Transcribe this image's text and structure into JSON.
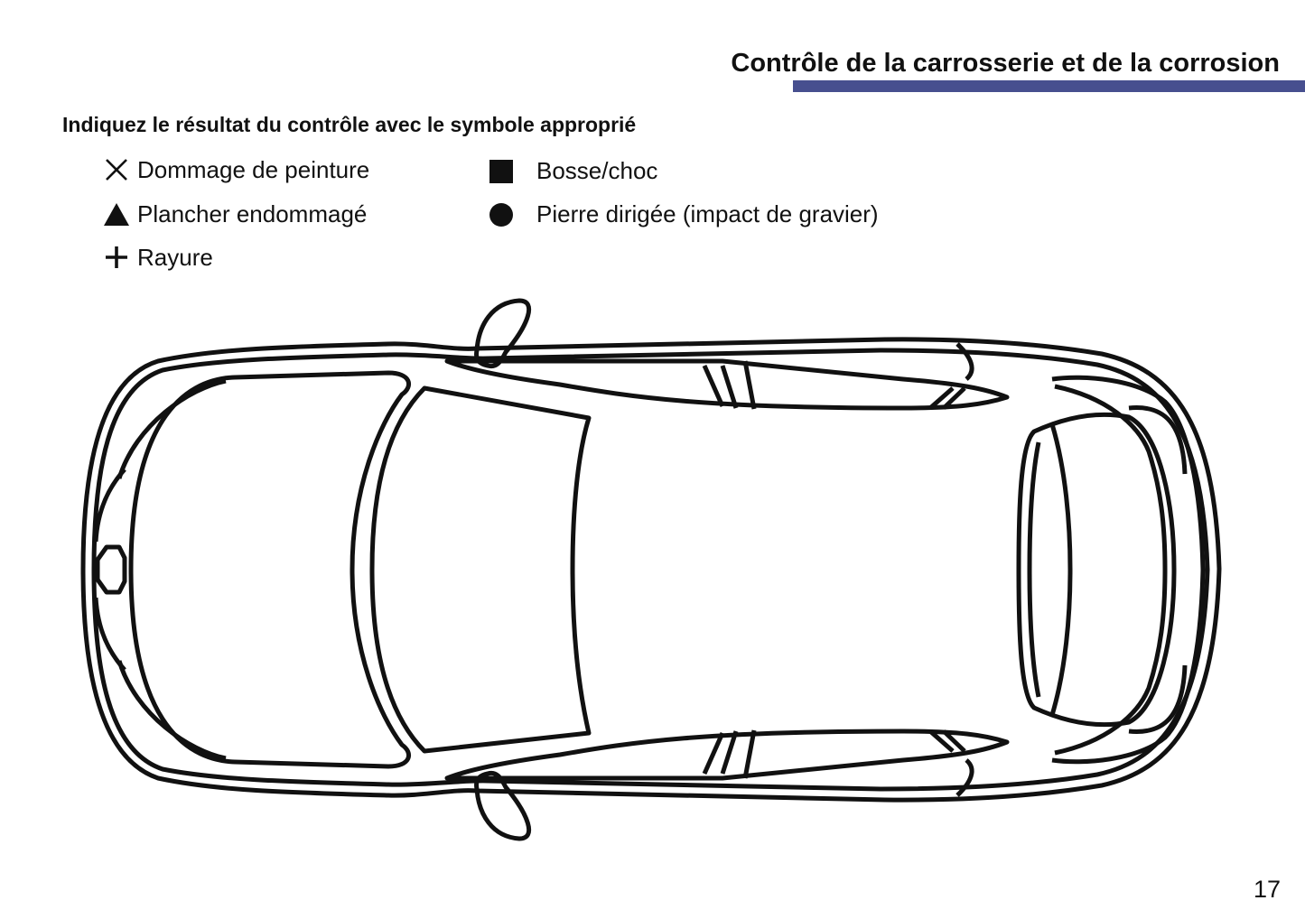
{
  "header": {
    "title": "Contrôle de la carrosserie et de la corrosion",
    "accent_color": "#474f8f"
  },
  "instruction": "Indiquez le résultat du contrôle avec le symbole approprié",
  "legend": [
    {
      "symbol": "cross-icon",
      "label": "Dommage de peinture"
    },
    {
      "symbol": "triangle-icon",
      "label": "Plancher endommagé"
    },
    {
      "symbol": "plus-icon",
      "label": "Rayure"
    },
    {
      "symbol": "square-icon",
      "label": "Bosse/choc"
    },
    {
      "symbol": "circle-icon",
      "label": "Pierre dirigée (impact de gravier)"
    }
  ],
  "diagram": {
    "stroke_color": "#111111"
  },
  "page_number": "17"
}
